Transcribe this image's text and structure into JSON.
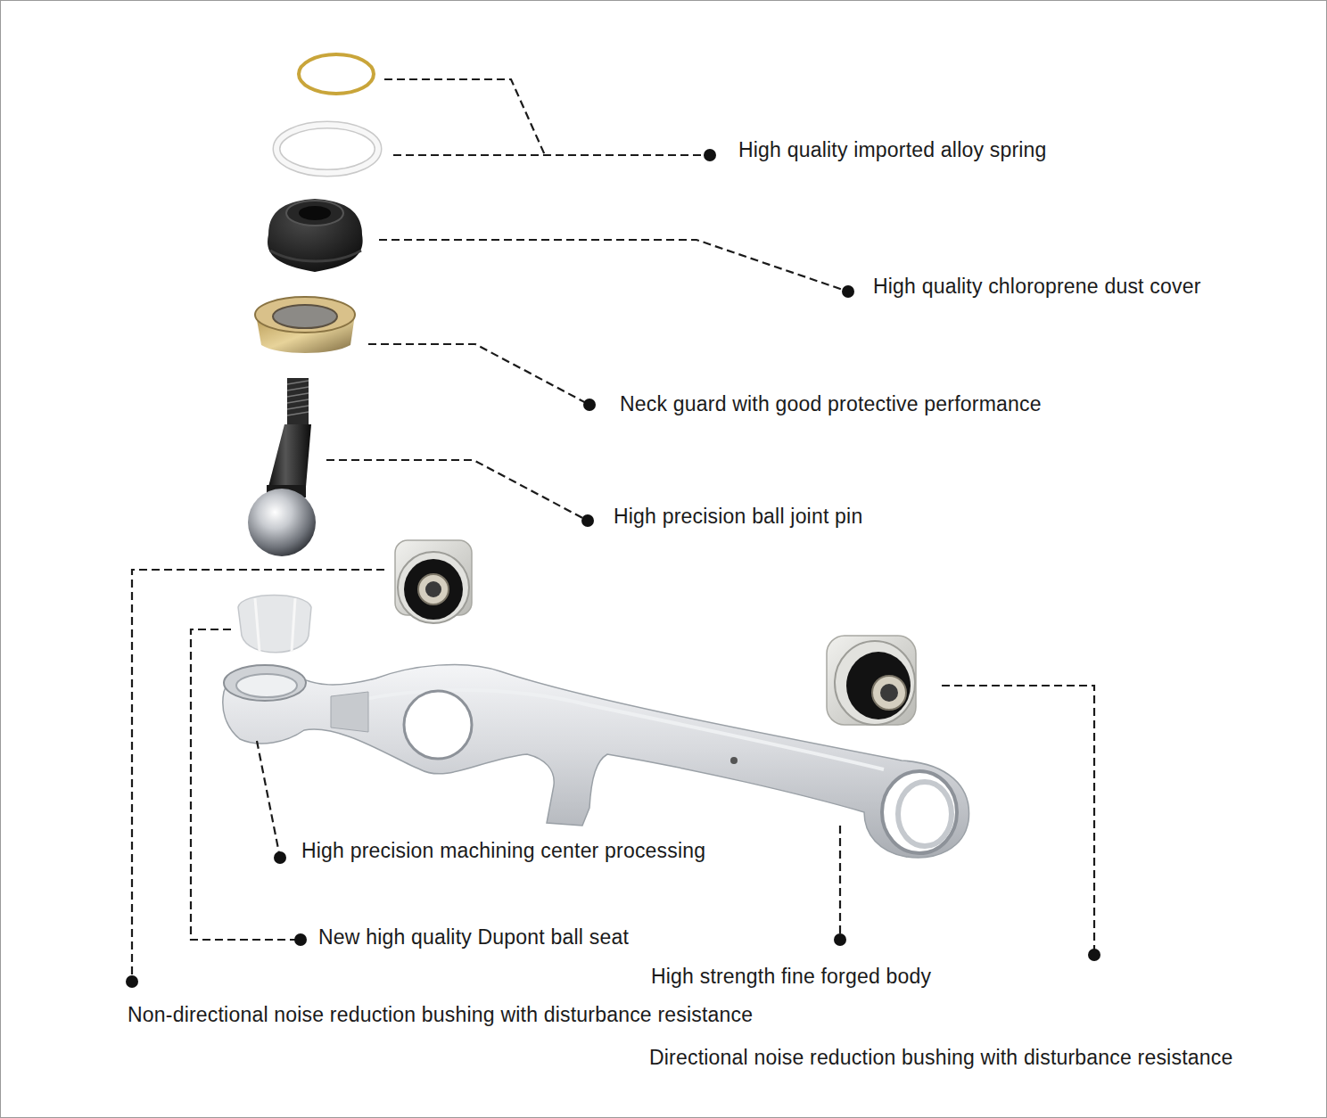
{
  "diagram": {
    "labels": [
      "High quality imported alloy spring",
      "High quality chloroprene dust cover",
      "Neck guard with good protective performance",
      "High precision ball joint pin",
      "High precision machining center processing",
      "New high quality Dupont ball seat",
      "High strength fine forged body",
      "Non-directional noise reduction bushing with disturbance resistance",
      "Directional noise reduction bushing with disturbance resistance"
    ]
  }
}
